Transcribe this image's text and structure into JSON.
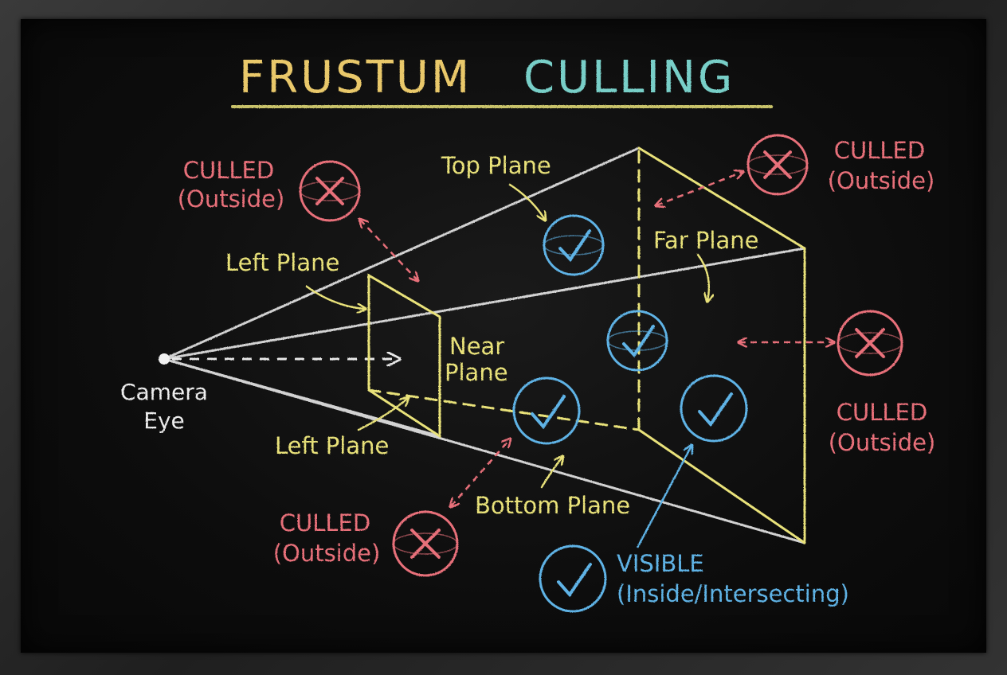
{
  "title": {
    "word1": "FRUSTUM",
    "word2": "CULLING"
  },
  "colors": {
    "yellow": "#e9e27a",
    "pink": "#e8707a",
    "blue": "#5fb3e6",
    "white": "#e8e8e8",
    "teal": "#78cfc8"
  },
  "labels": {
    "camera_line1": "Camera",
    "camera_line2": "Eye",
    "top_plane": "Top Plane",
    "left_plane_top": "Left Plane",
    "left_plane_bottom": "Left Plane",
    "near_line1": "Near",
    "near_line2": "Plane",
    "far_plane": "Far Plane",
    "bottom_plane": "Bottom Plane",
    "visible_line1": "VISIBLE",
    "visible_line2": "(Inside/Intersecting)"
  },
  "culled_labels": [
    {
      "line1": "CULLED",
      "line2": "(Outside)"
    },
    {
      "line1": "CULLED",
      "line2": "(Outside)"
    },
    {
      "line1": "CULLED",
      "line2": "(Outside)"
    },
    {
      "line1": "CULLED",
      "line2": "(Outside)"
    }
  ],
  "icons": {
    "visible": "check-circle-icon",
    "culled": "x-sphere-icon"
  }
}
